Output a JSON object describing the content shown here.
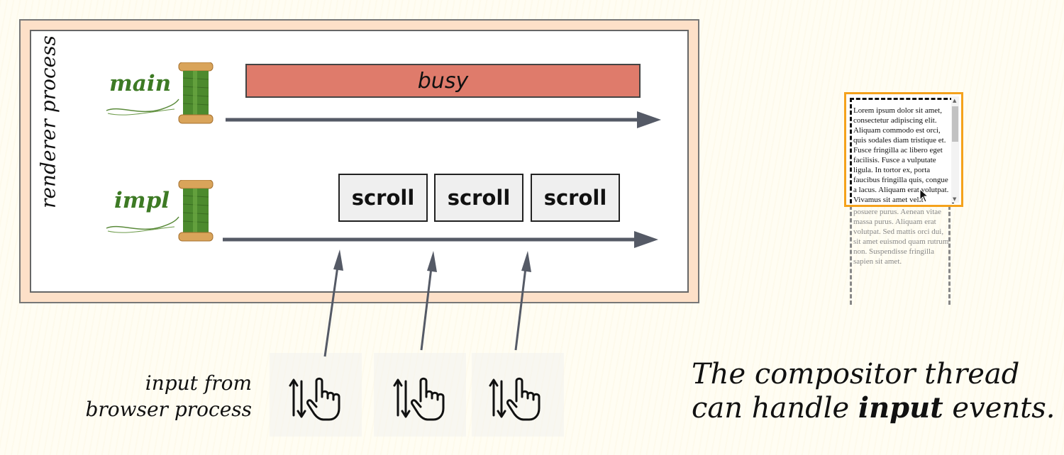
{
  "process": {
    "label": "renderer process"
  },
  "threads": {
    "main": {
      "label": "main"
    },
    "impl": {
      "label": "impl"
    }
  },
  "tasks": {
    "busy": "busy",
    "scroll": [
      "scroll",
      "scroll",
      "scroll"
    ]
  },
  "input": {
    "label_line1": "input from",
    "label_line2": "browser process"
  },
  "caption": {
    "line1": "The compositor thread",
    "line2_prefix": "can handle ",
    "line2_emphasis": "input",
    "line2_suffix": " events."
  },
  "demo": {
    "text": "Lorem ipsum dolor sit amet, consectetur adipiscing elit. Aliquam commodo est orci, quis sodales diam tristique et. Fusce fringilla ac libero eget facilisis. Fusce a vulputate ligula. In tortor ex, porta faucibus fringilla quis, congue a lacus. Aliquam erat volutpat. Vivamus sit amet velit eleifend, dignissim justo id, posuere purus. Aenean vitae massa purus. Aliquam erat volutpat. Sed mattis orci dui, sit amet euismod quam rutrum non. Suspendisse fringilla sapien sit amet."
  },
  "colors": {
    "thread_label": "#3d7a24",
    "busy_fill": "#df7b6b",
    "process_border_fill": "#fde0c8",
    "scroll_fill": "#efefef",
    "demo_frame": "#f5a21c",
    "arrow": "#555a66"
  }
}
